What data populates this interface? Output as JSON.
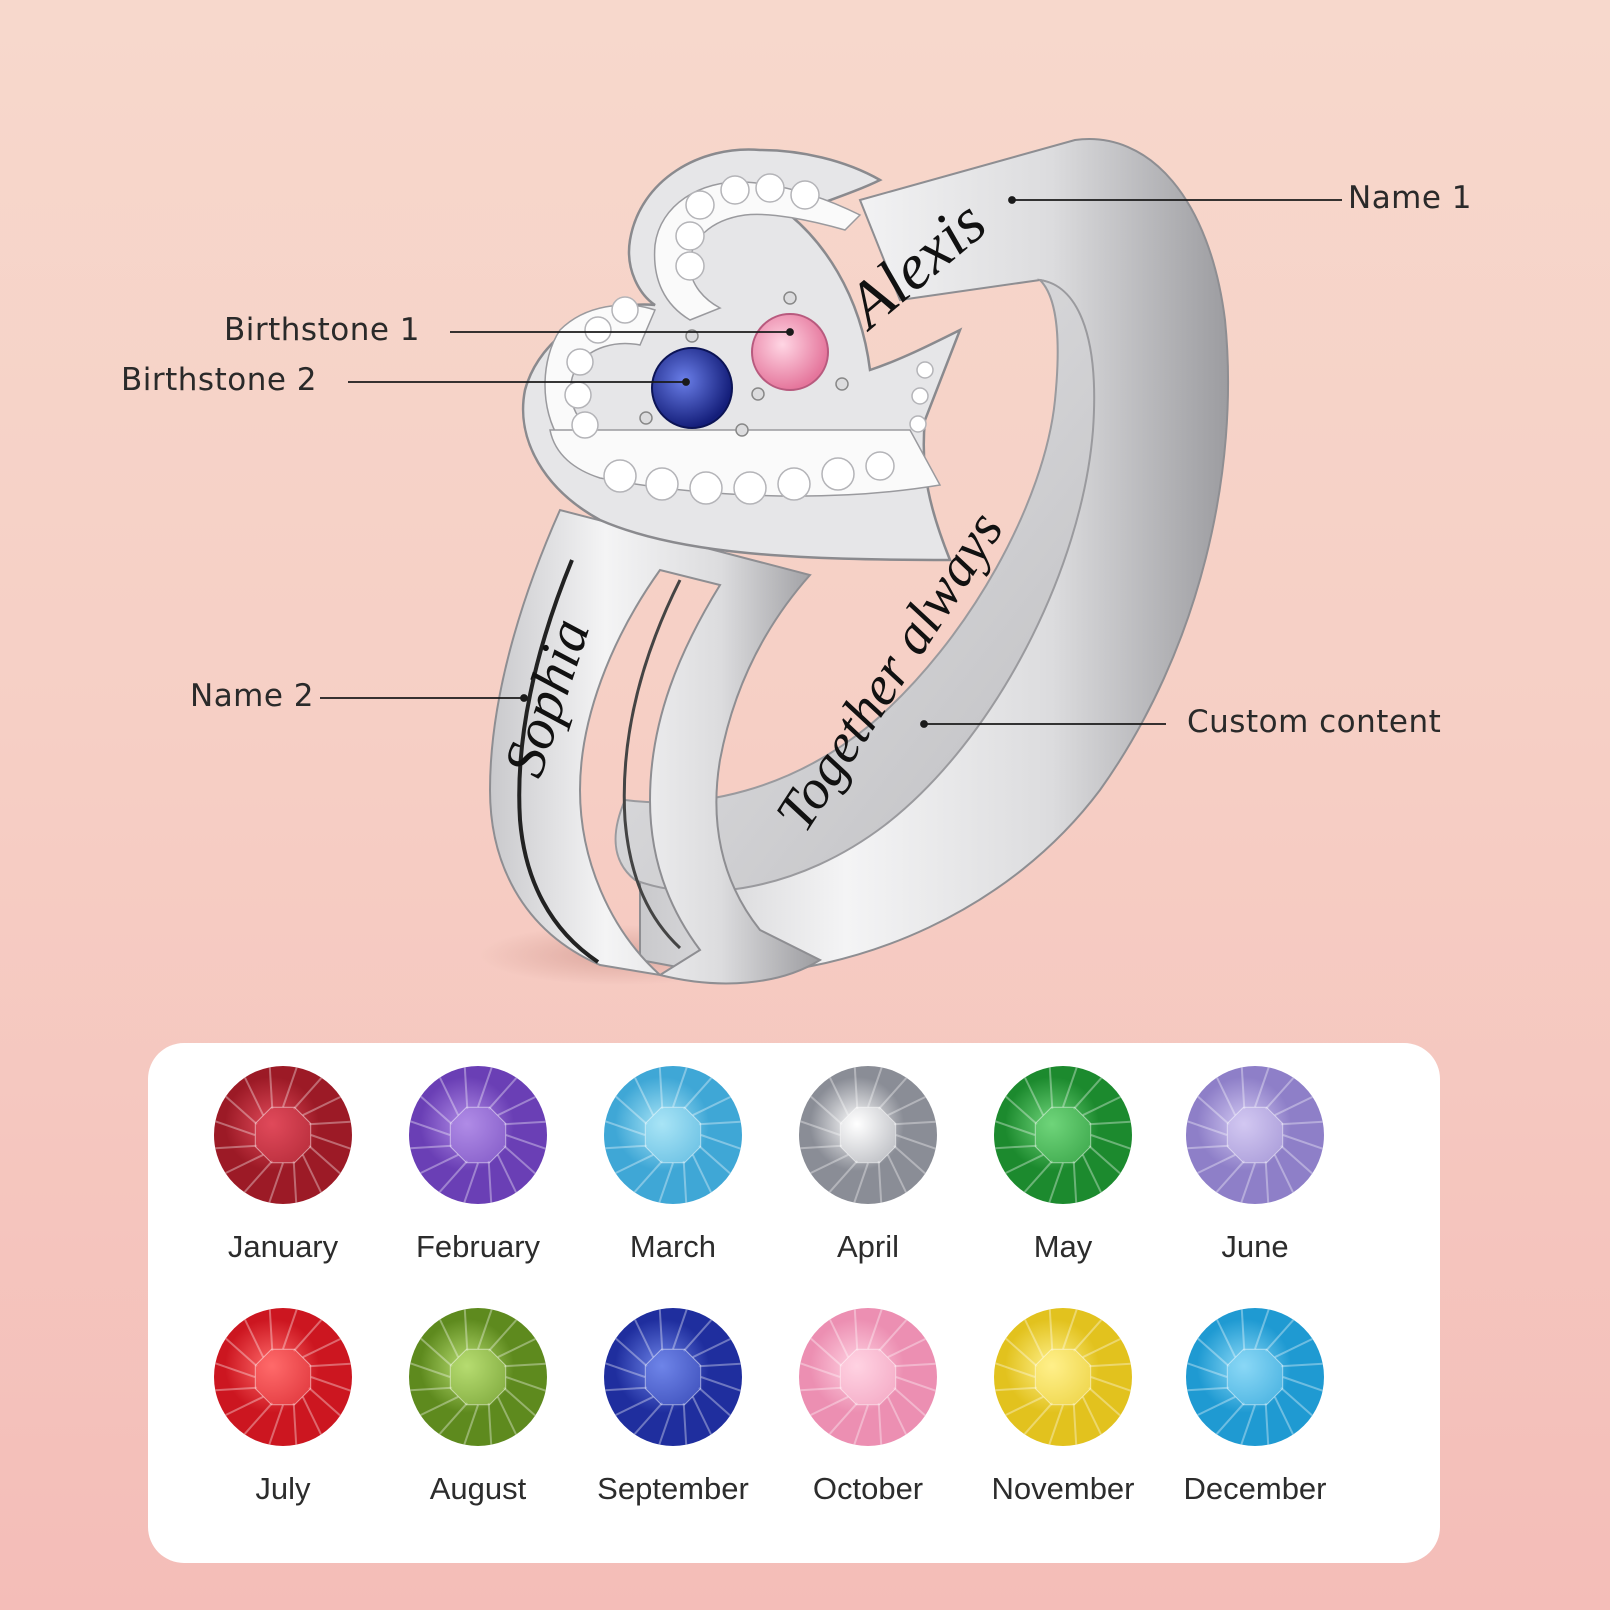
{
  "callouts": {
    "name1": "Name 1",
    "birthstone1": "Birthstone 1",
    "birthstone2": "Birthstone 2",
    "name2": "Name 2",
    "custom": "Custom content"
  },
  "engraving": {
    "name1": "Alexis",
    "name2": "Sophia",
    "custom": "Together always"
  },
  "ring_stones": {
    "stone1_color": "#ec86a8",
    "stone2_color": "#1e2c9a"
  },
  "birthstones": [
    {
      "month": "January",
      "color": "#9c1a26",
      "light": "#e04a5a"
    },
    {
      "month": "February",
      "color": "#6a3fb5",
      "light": "#b08be6"
    },
    {
      "month": "March",
      "color": "#3fa7d6",
      "light": "#a8e4f6"
    },
    {
      "month": "April",
      "color": "#8a8d96",
      "light": "#ffffff"
    },
    {
      "month": "May",
      "color": "#1c8a2e",
      "light": "#6fd47a"
    },
    {
      "month": "June",
      "color": "#8e7fc8",
      "light": "#d2c8f2"
    },
    {
      "month": "July",
      "color": "#cc1620",
      "light": "#ff6a6a"
    },
    {
      "month": "August",
      "color": "#5e8a1e",
      "light": "#b6dc70"
    },
    {
      "month": "September",
      "color": "#1f2e9e",
      "light": "#6e84e8"
    },
    {
      "month": "October",
      "color": "#ec8fb2",
      "light": "#ffd2e2"
    },
    {
      "month": "November",
      "color": "#e2c21e",
      "light": "#fff08a"
    },
    {
      "month": "December",
      "color": "#1f9ad2",
      "light": "#8ad8f6"
    }
  ]
}
